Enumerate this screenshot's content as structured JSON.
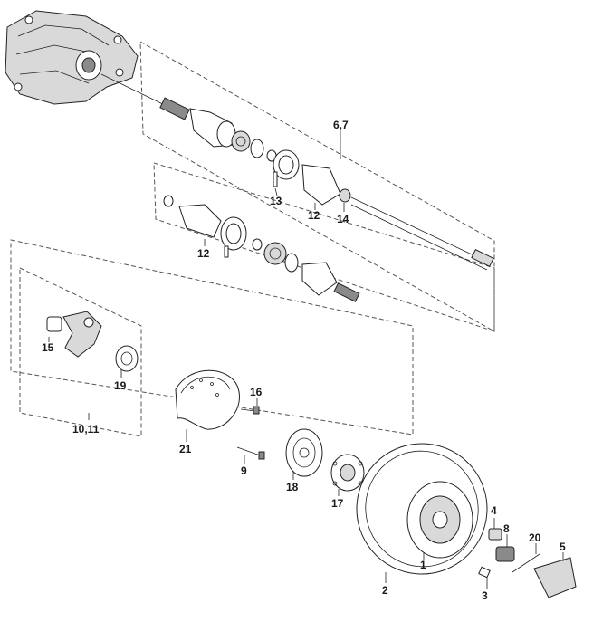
{
  "callouts": {
    "c1": "1",
    "c2": "2",
    "c3": "3",
    "c4": "4",
    "c5": "5",
    "c67": "6,7",
    "c8": "8",
    "c9": "9",
    "c1011": "10,11",
    "c12a": "12",
    "c12b": "12",
    "c13": "13",
    "c14": "14",
    "c15": "15",
    "c16": "16",
    "c17": "17",
    "c18": "18",
    "c19": "19",
    "c20": "20",
    "c21": "21"
  }
}
